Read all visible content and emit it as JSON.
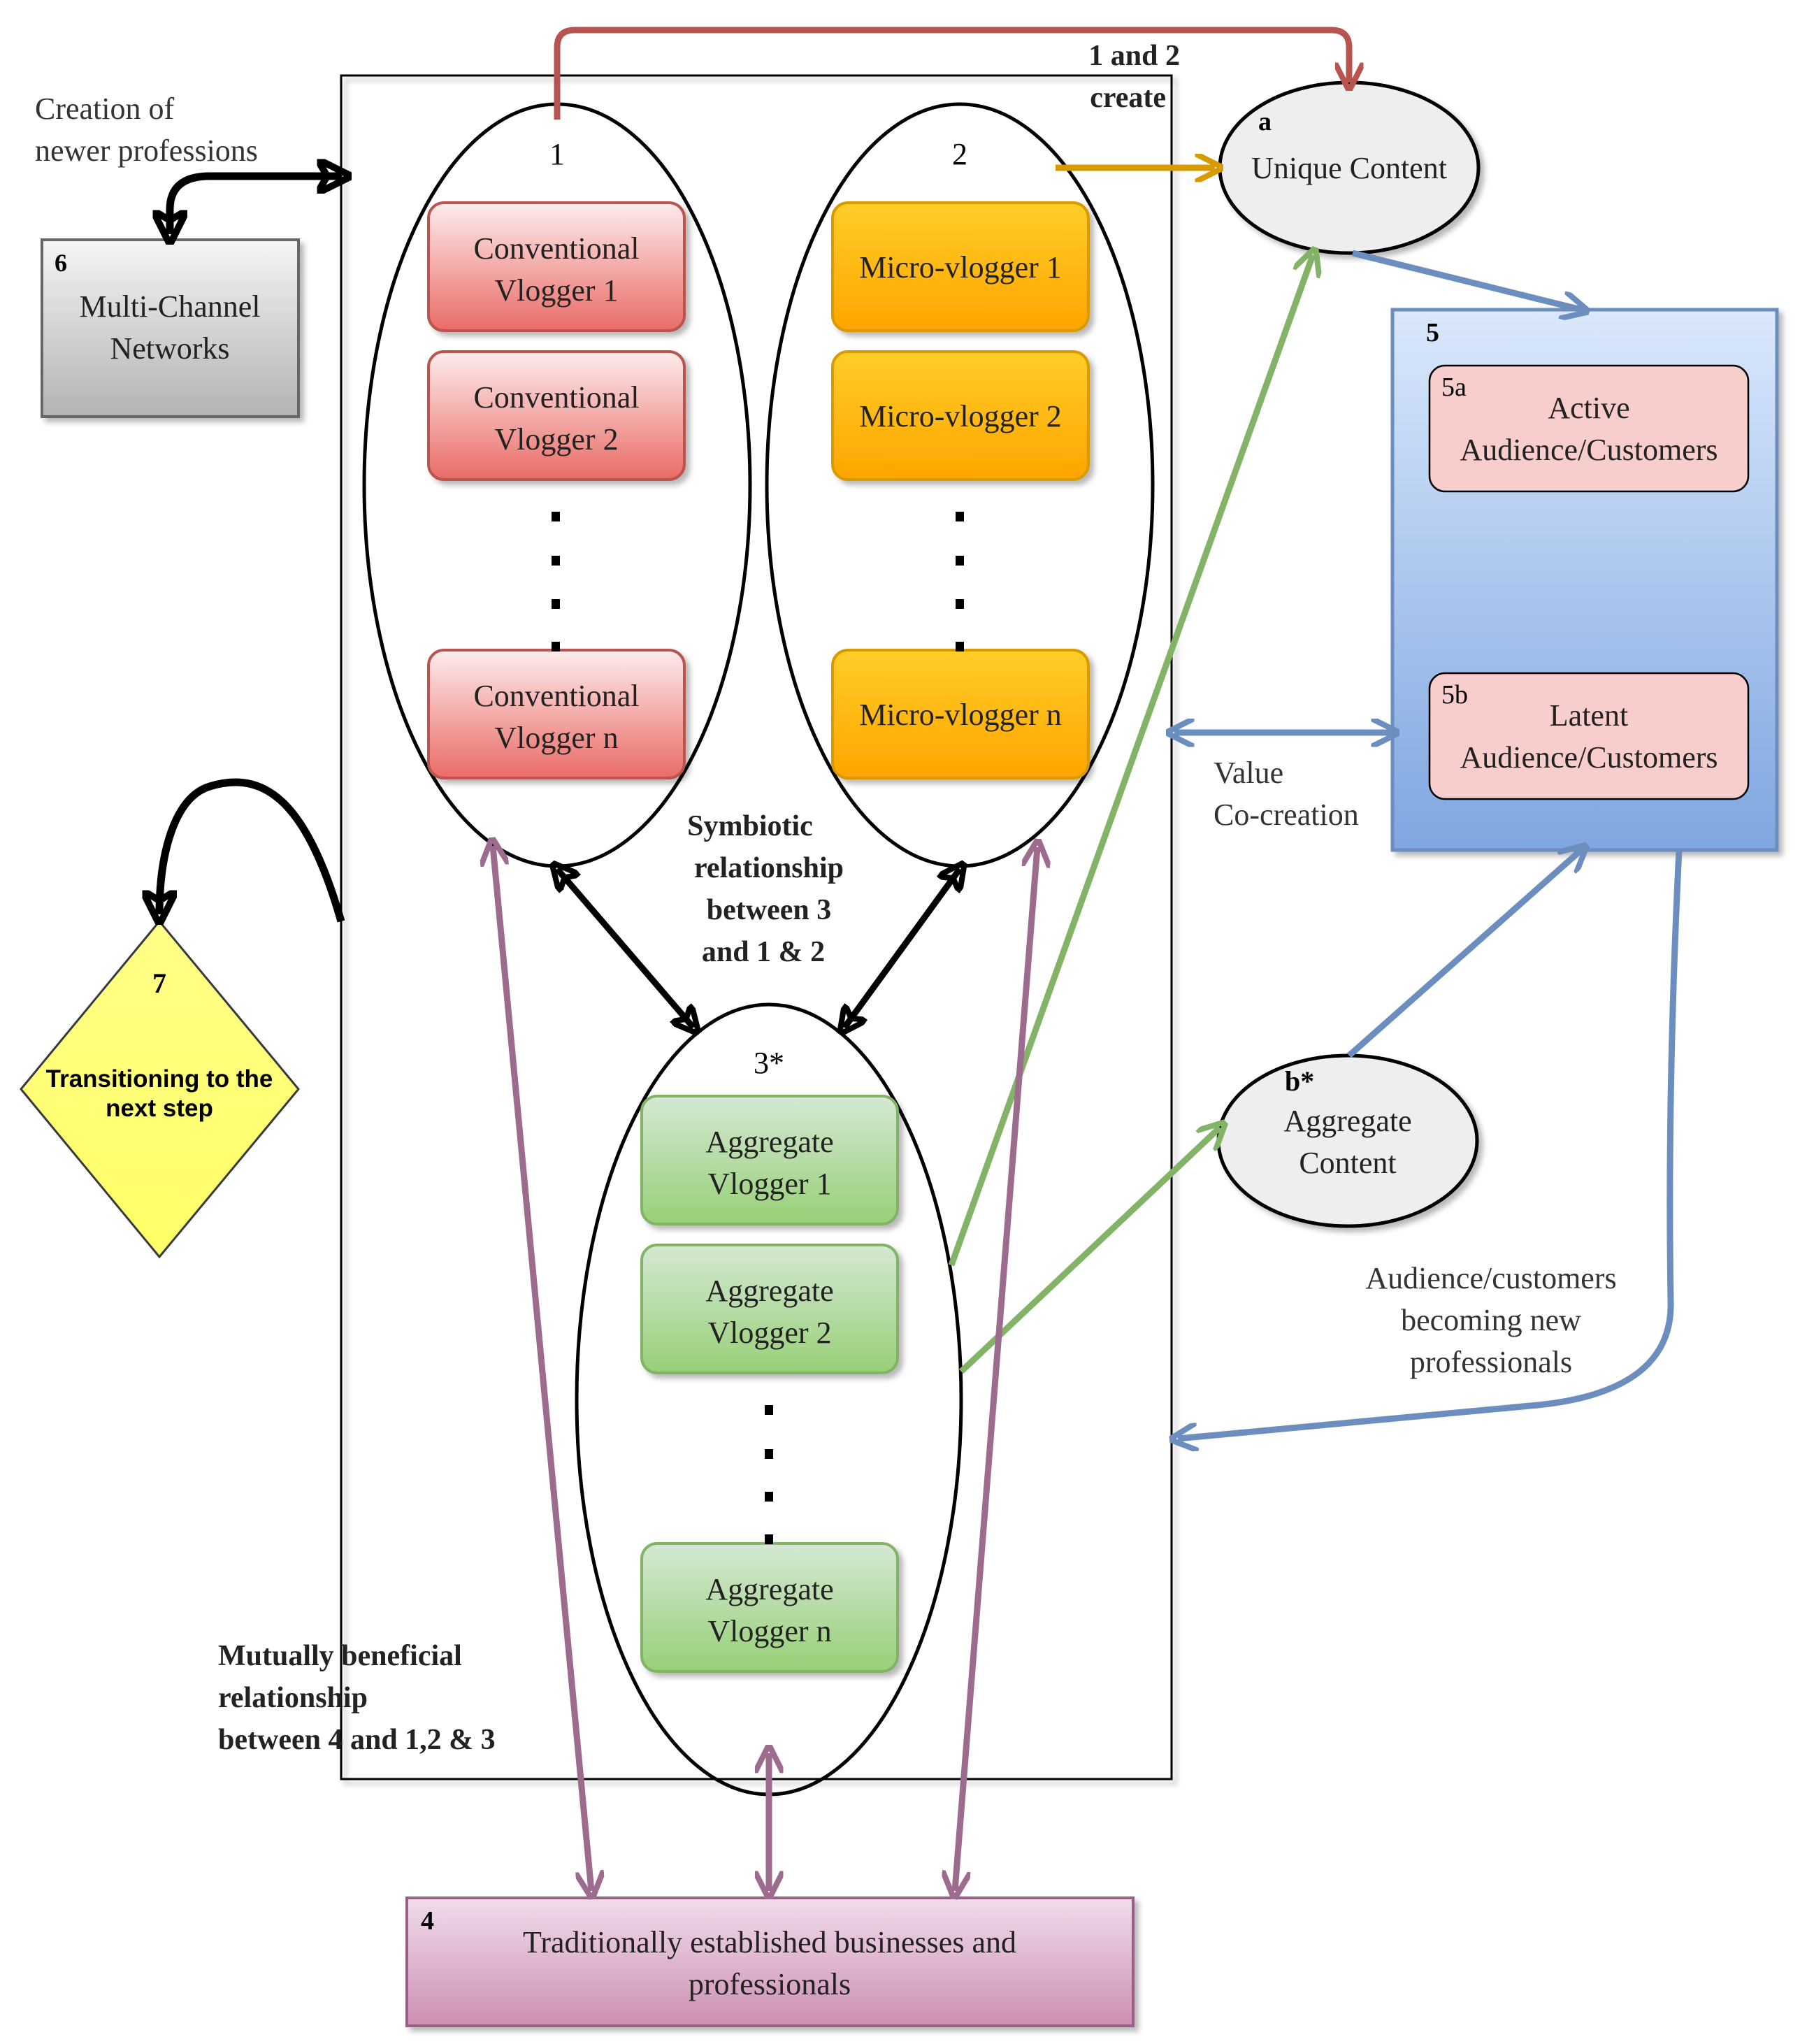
{
  "labels": {
    "top_create_1": "1 and 2",
    "top_create_2": "create",
    "creation_1": "Creation of",
    "creation_2": "newer professions",
    "group1_num": "1",
    "group2_num": "2",
    "group3_num": "3*",
    "symbiotic_1": "Symbiotic",
    "symbiotic_2": "relationship",
    "symbiotic_3": "between 3",
    "symbiotic_4": "and 1 & 2",
    "value_1": "Value",
    "value_2": "Co-creation",
    "mutual_1": "Mutually beneficial",
    "mutual_2": "relationship",
    "mutual_3": "between 4 and 1,2 & 3",
    "becoming_1": "Audience/customers",
    "becoming_2": "becoming new",
    "becoming_3": "professionals"
  },
  "conventional": [
    {
      "line1": "Conventional",
      "line2": "Vlogger 1"
    },
    {
      "line1": "Conventional",
      "line2": "Vlogger 2"
    },
    {
      "line1": "Conventional",
      "line2": "Vlogger n"
    }
  ],
  "micro": [
    {
      "label": "Micro-vlogger 1"
    },
    {
      "label": "Micro-vlogger 2"
    },
    {
      "label": "Micro-vlogger n"
    }
  ],
  "aggregate": [
    {
      "line1": "Aggregate",
      "line2": "Vlogger 1"
    },
    {
      "line1": "Aggregate",
      "line2": "Vlogger 2"
    },
    {
      "line1": "Aggregate",
      "line2": "Vlogger n"
    }
  ],
  "mcn": {
    "num": "6",
    "line1": "Multi-Channel",
    "line2": "Networks"
  },
  "unique": {
    "num": "a",
    "label": "Unique Content"
  },
  "agg_content": {
    "num": "b*",
    "line1": "Aggregate",
    "line2": "Content"
  },
  "audience": {
    "num": "5",
    "active": {
      "num": "5a",
      "line1": "Active",
      "line2": "Audience/Customers"
    },
    "latent": {
      "num": "5b",
      "line1": "Latent",
      "line2": "Audience/Customers"
    }
  },
  "traditional": {
    "num": "4",
    "line1": "Traditionally established businesses and",
    "line2": "professionals"
  },
  "transition": {
    "num": "7",
    "line1": "Transitioning to the",
    "line2": "next step"
  },
  "colors": {
    "red_arrow": "#b85450",
    "orange_arrow": "#d79b00",
    "green_arrow": "#82b366",
    "blue_arrow": "#6c8ebf",
    "purple_arrow": "#9c6b8e",
    "black_arrow": "#000000"
  }
}
